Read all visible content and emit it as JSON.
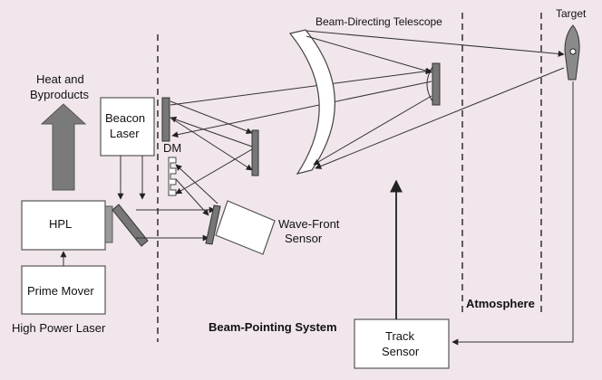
{
  "labels": {
    "heat_line1": "Heat and",
    "heat_line2": "Byproducts",
    "beacon_line1": "Beacon",
    "beacon_line2": "Laser",
    "hpl": "HPL",
    "prime_mover": "Prime Mover",
    "high_power_laser": "High Power Laser",
    "dm": "DM",
    "wavefront_line1": "Wave-Front",
    "wavefront_line2": "Sensor",
    "telescope": "Beam-Directing Telescope",
    "target": "Target",
    "beam_pointing": "Beam-Pointing System",
    "atmosphere": "Atmosphere",
    "track_line1": "Track",
    "track_line2": "Sensor"
  },
  "colors": {
    "background": "#f1e6ec",
    "box_fill": "#ffffff",
    "arrow_fill": "#7a7a7a",
    "mirror_fill": "#777777"
  }
}
